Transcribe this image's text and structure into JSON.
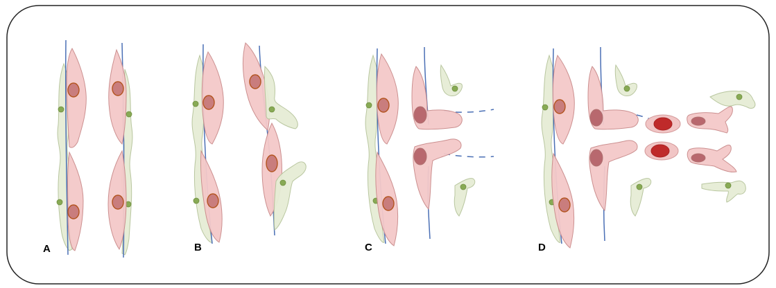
{
  "panels": [
    {
      "id": "A",
      "label": "A"
    },
    {
      "id": "B",
      "label": "B"
    },
    {
      "id": "C",
      "label": "C"
    },
    {
      "id": "D",
      "label": "D"
    }
  ],
  "colors": {
    "schwann_cell": "#f4c9c9",
    "nucleus": "#c97d7d",
    "axon_support": "#e6edd5",
    "axon_line": "#4a6fb5",
    "fragment_nucleus": "#bf2a2a"
  }
}
